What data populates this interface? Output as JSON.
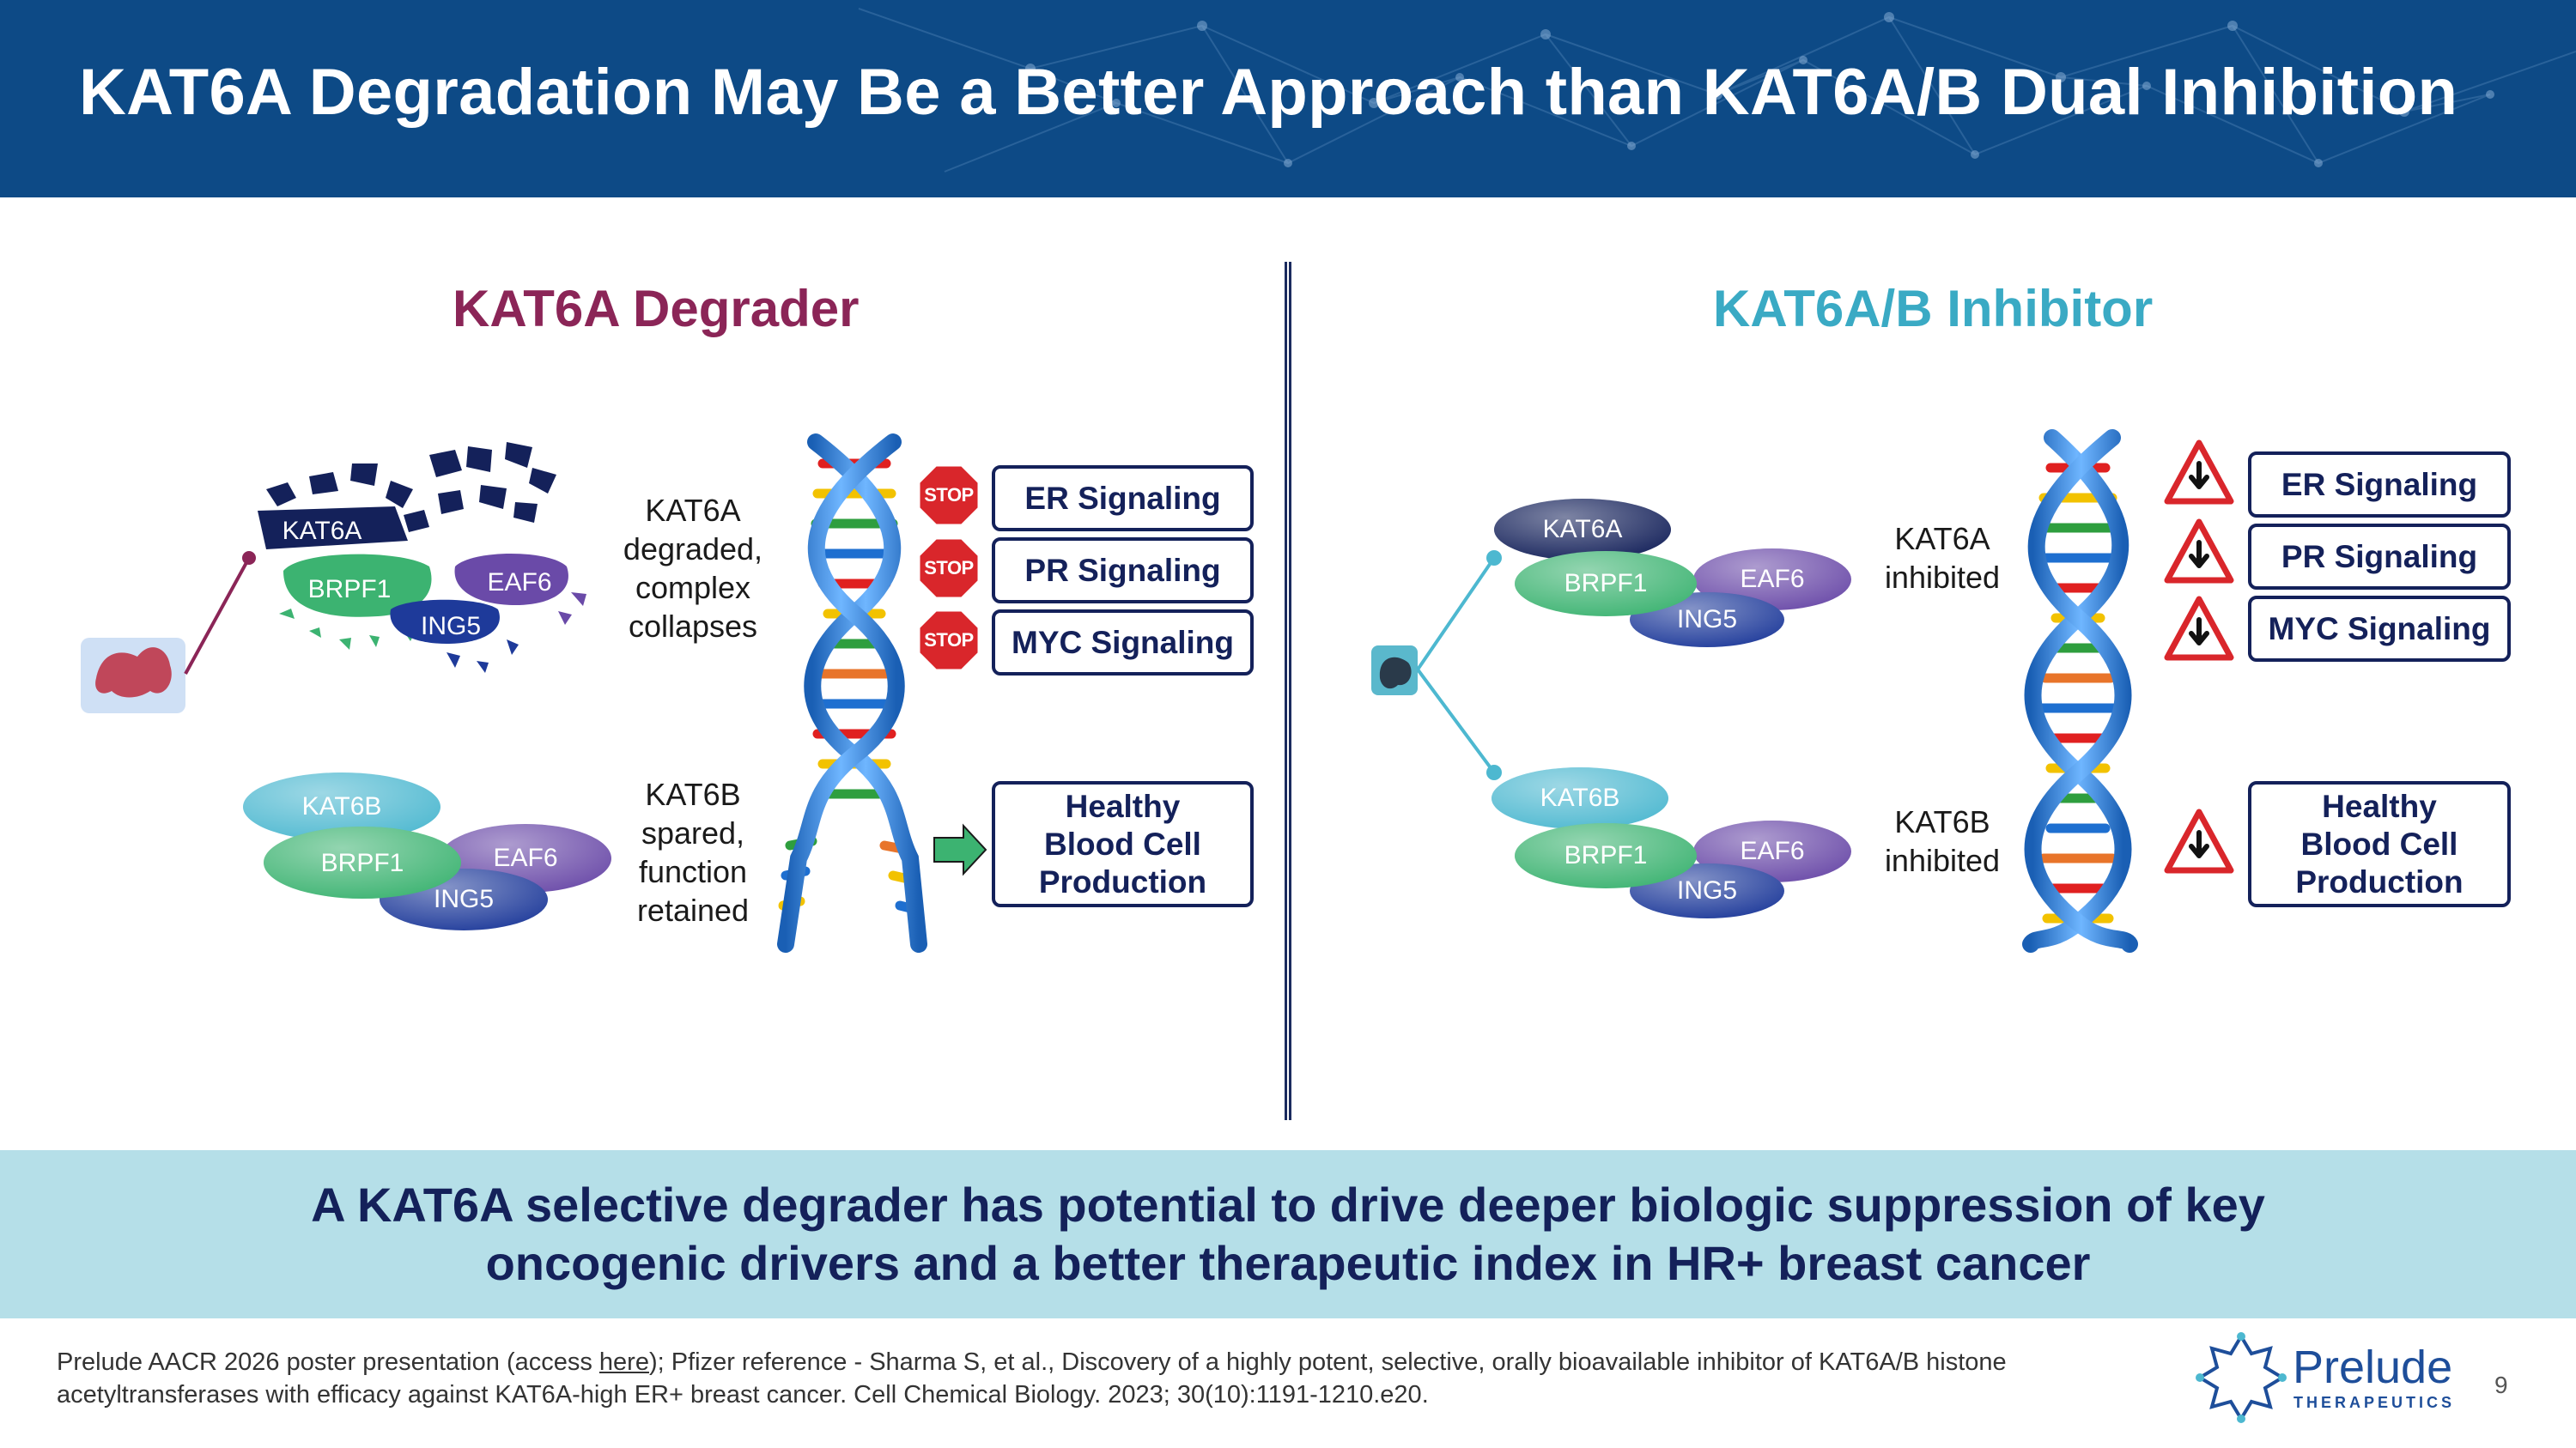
{
  "header": {
    "title": "KAT6A Degradation May Be a Better Approach than KAT6A/B Dual Inhibition"
  },
  "left": {
    "title": "KAT6A Degrader",
    "title_color": "#8b2557",
    "complex_a": {
      "kat6a": "KAT6A",
      "brpf1": "BRPF1",
      "eaf6": "EAF6",
      "ing5": "ING5"
    },
    "complex_b": {
      "kat6b": "KAT6B",
      "brpf1": "BRPF1",
      "eaf6": "EAF6",
      "ing5": "ING5"
    },
    "label_a": [
      "KAT6A",
      "degraded,",
      "complex",
      "collapses"
    ],
    "label_b": [
      "KAT6B",
      "spared,",
      "function",
      "retained"
    ],
    "stop_label": "STOP",
    "signals": [
      "ER Signaling",
      "PR Signaling",
      "MYC Signaling"
    ],
    "healthy": [
      "Healthy",
      "Blood Cell",
      "Production"
    ]
  },
  "right": {
    "title": "KAT6A/B Inhibitor",
    "title_color": "#3aaac4",
    "complex_a": {
      "kat6a": "KAT6A",
      "brpf1": "BRPF1",
      "eaf6": "EAF6",
      "ing5": "ING5"
    },
    "complex_b": {
      "kat6b": "KAT6B",
      "brpf1": "BRPF1",
      "eaf6": "EAF6",
      "ing5": "ING5"
    },
    "label_a": [
      "KAT6A",
      "inhibited"
    ],
    "label_b": [
      "KAT6B",
      "inhibited"
    ],
    "signals": [
      "ER Signaling",
      "PR Signaling",
      "MYC Signaling"
    ],
    "healthy": [
      "Healthy",
      "Blood Cell",
      "Production"
    ]
  },
  "banner": {
    "line1": "A KAT6A selective degrader has potential to drive deeper biologic suppression of key",
    "line2": "oncogenic drivers and a better therapeutic index in HR+ breast cancer"
  },
  "footer": {
    "part1": "Prelude AACR 2026 poster presentation (access ",
    "link": "here",
    "part2": ");  Pfizer reference - Sharma S, et al., Discovery of a highly potent, selective, orally bioavailable inhibitor of KAT6A/B histone acetyltransferases with efficacy against KAT6A-high ER+ breast cancer. Cell Chemical Biology. 2023; 30(10):1191-1210.e20."
  },
  "logo": {
    "name": "Prelude",
    "sub": "THERAPEUTICS"
  },
  "page_number": "9",
  "colors": {
    "header_bg": "#0d4a86",
    "kat6a": "#14215a",
    "kat6b": "#4db8d0",
    "brpf1": "#3cb371",
    "eaf6": "#6a4aa8",
    "ing5": "#1e3a9a",
    "banner_bg": "#b5dfe8",
    "stop_red": "#d9262b",
    "box_border": "#14215a"
  },
  "icons": [
    "stop-sign-icon",
    "warning-down-arrow-icon",
    "right-arrow-icon",
    "dna-helix-icon",
    "degrader-molecule-icon",
    "inhibitor-molecule-icon",
    "prelude-logo-icon"
  ]
}
